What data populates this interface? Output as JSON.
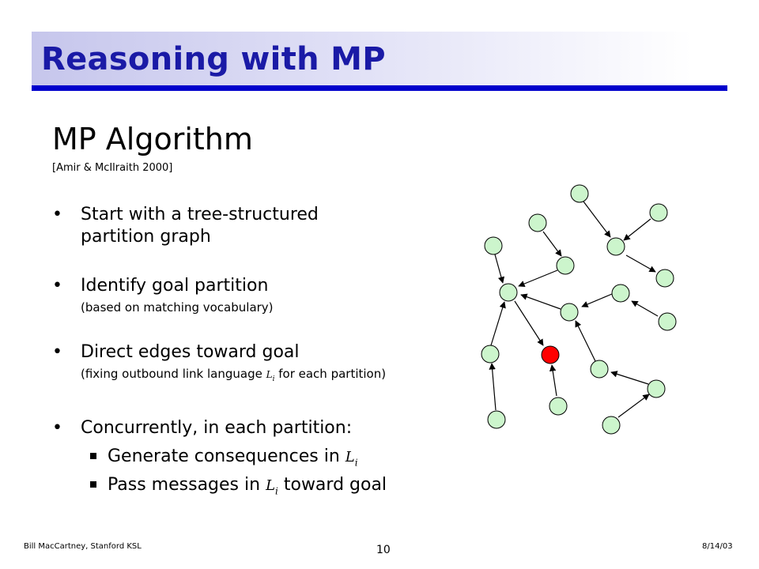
{
  "slide": {
    "title": "Reasoning with MP",
    "subtitle": "MP Algorithm",
    "citation": "[Amir & McIlraith 2000]"
  },
  "bullets": [
    {
      "text": "Start with a tree-structured partition graph",
      "note": ""
    },
    {
      "text": "Identify goal partition",
      "note": "(based on matching vocabulary)"
    },
    {
      "text": "Direct edges toward goal",
      "note_before": "(fixing outbound link language ",
      "note_symbol": "L",
      "note_subscript": "i",
      "note_after": " for each partition)"
    },
    {
      "text": "Concurrently, in each partition:"
    }
  ],
  "sub_bullets": [
    {
      "text": "Generate consequences in ",
      "symbol": "L",
      "subscript": "i",
      "after": ""
    },
    {
      "text": "Pass messages in ",
      "symbol": "L",
      "subscript": "i",
      "after": " toward goal"
    }
  ],
  "bullet_symbol": "•",
  "footer": {
    "author": "Bill MacCartney, Stanford KSL",
    "page": "10",
    "date": "8/14/03"
  },
  "colors": {
    "title": "#1a1aa6",
    "rule": "#0000cc",
    "node_fill": "#ccf5cc",
    "goal_fill": "#ff0000",
    "edge": "#000000"
  }
}
